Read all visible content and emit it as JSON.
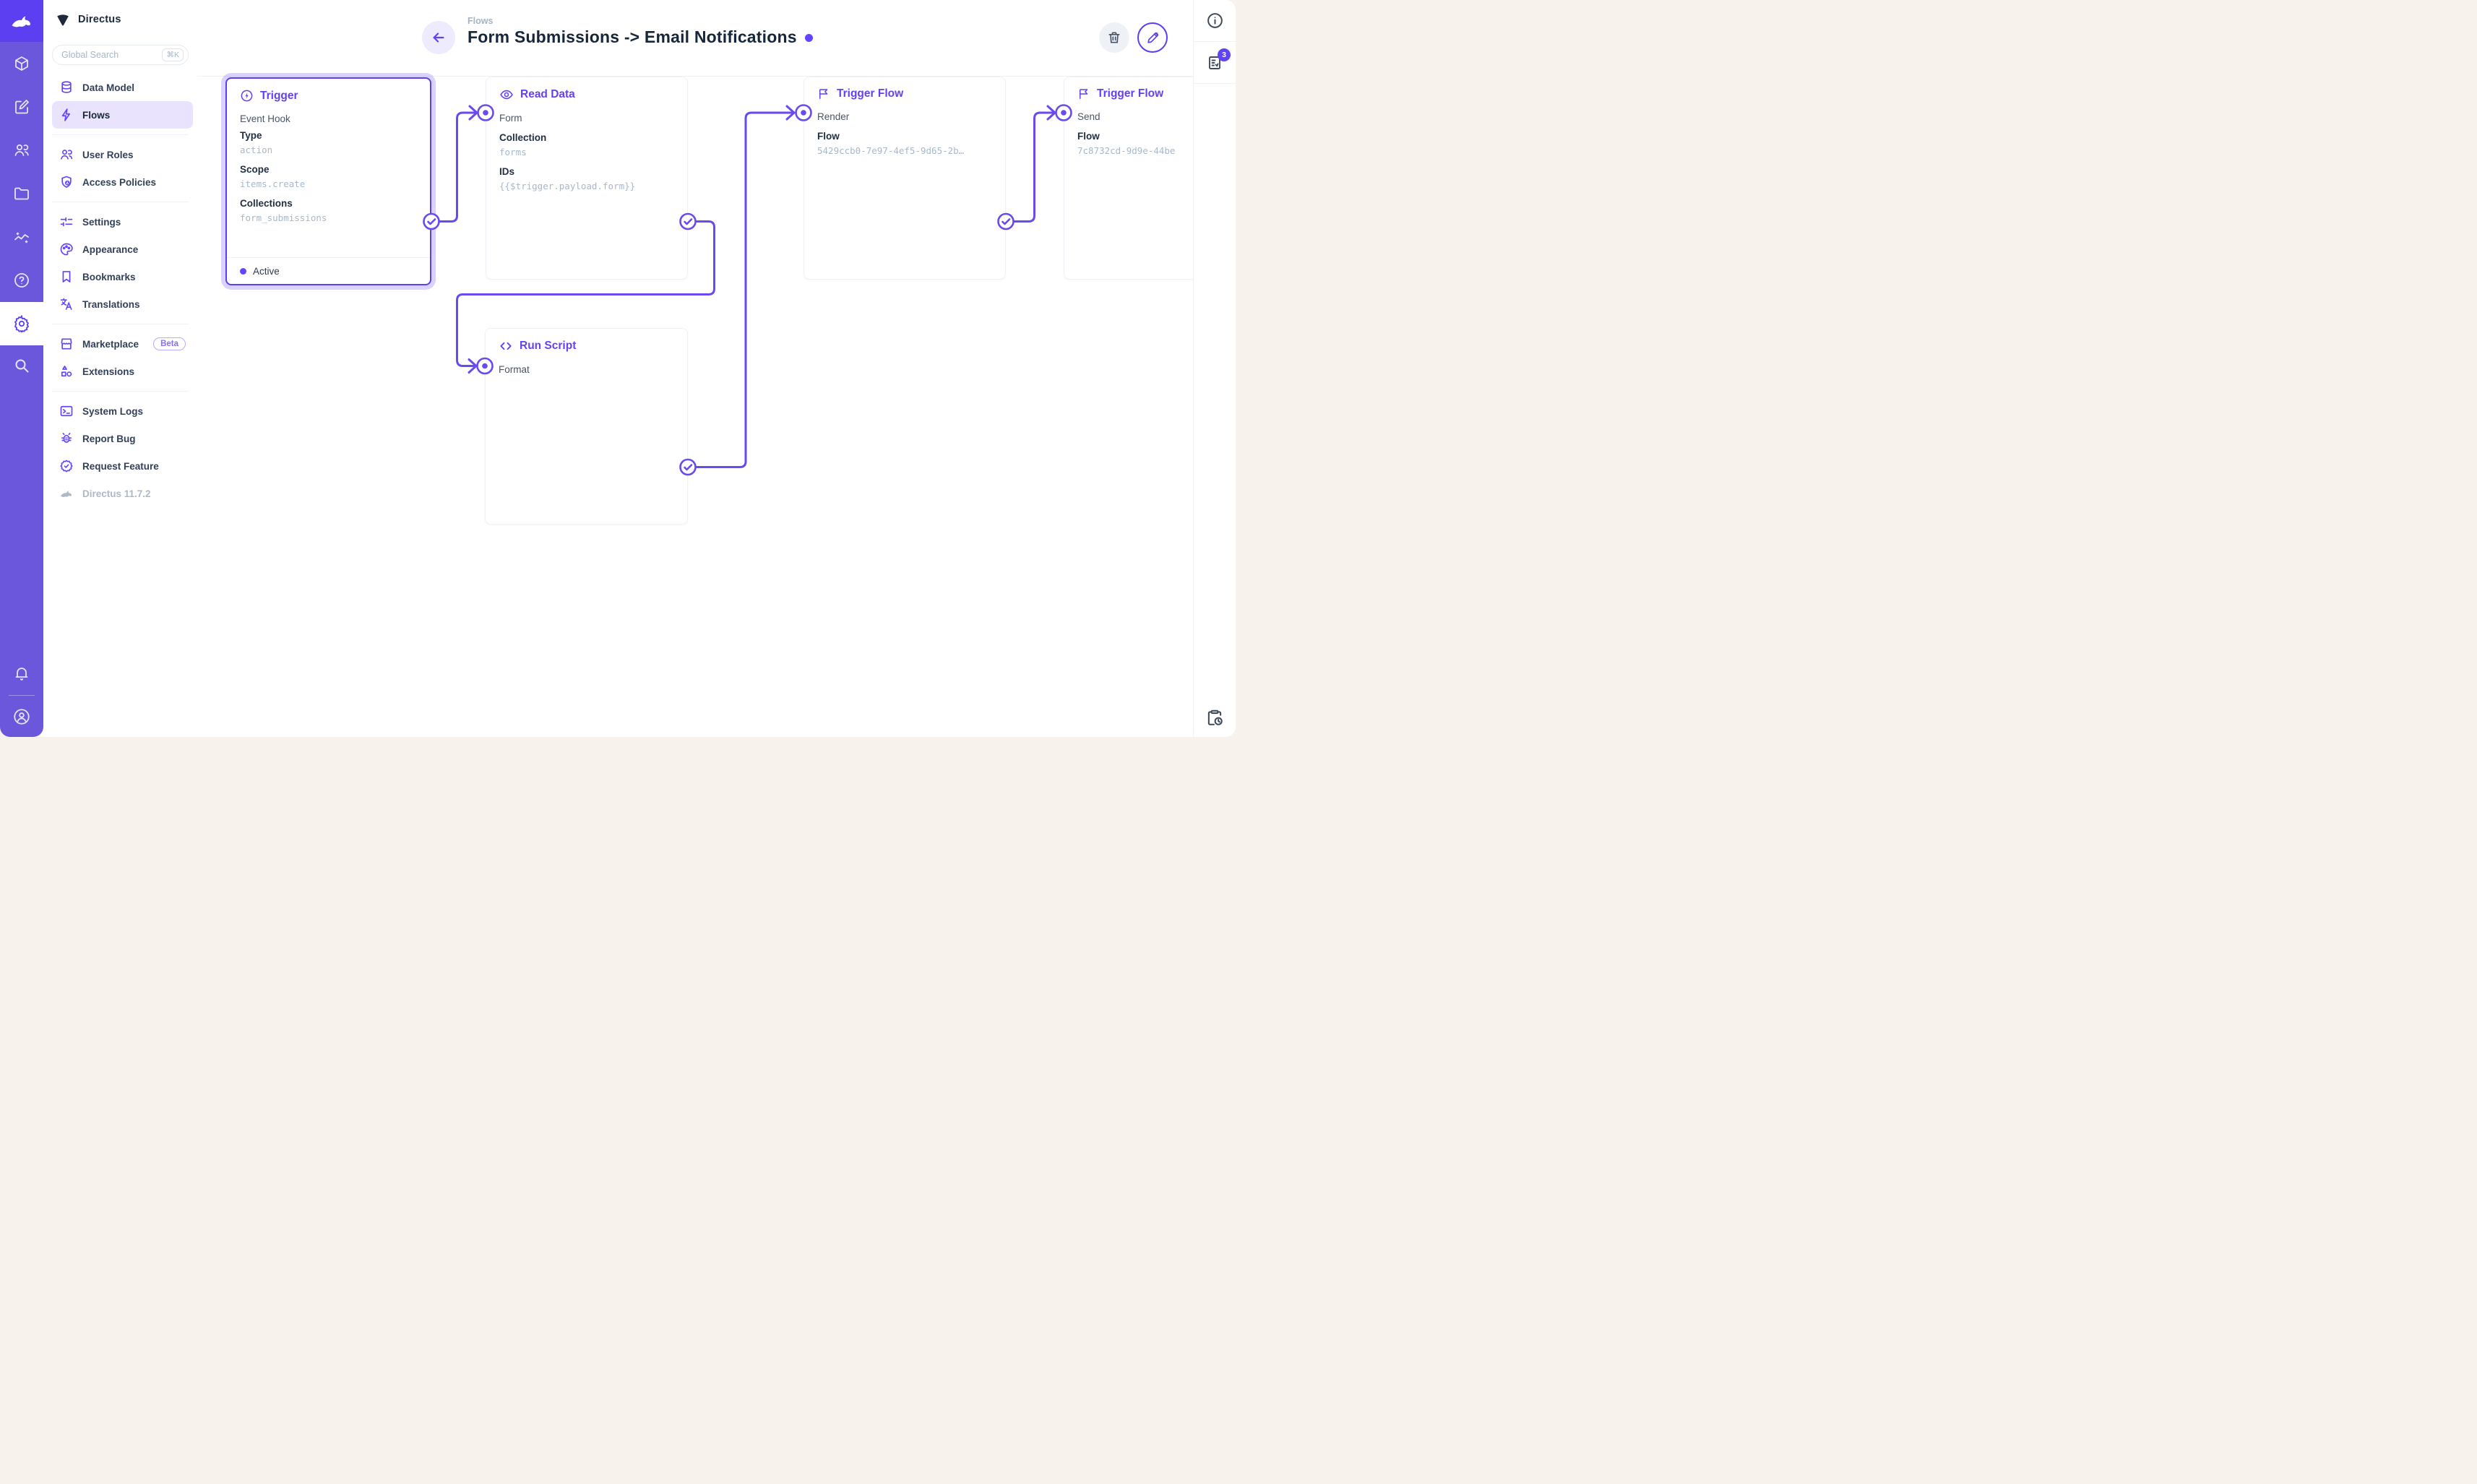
{
  "app": {
    "accent_color": "#6644FF",
    "module_bar_color": "#6A57DB",
    "logo_tile_color": "#5B3FF0"
  },
  "module_bar": {
    "icons": [
      "rabbit-logo",
      "cube",
      "edit",
      "users",
      "folder",
      "insights",
      "help",
      "settings",
      "search",
      "bell",
      "avatar"
    ]
  },
  "sidebar": {
    "project_name": "Directus",
    "search": {
      "placeholder": "Global Search",
      "shortcut": "⌘K"
    },
    "nav": [
      {
        "label": "Data Model",
        "icon": "database"
      },
      {
        "label": "Flows",
        "icon": "bolt",
        "active": true
      },
      {
        "label": "User Roles",
        "icon": "users"
      },
      {
        "label": "Access Policies",
        "icon": "shield-user"
      },
      {
        "label": "Settings",
        "icon": "sliders"
      },
      {
        "label": "Appearance",
        "icon": "palette"
      },
      {
        "label": "Bookmarks",
        "icon": "bookmark"
      },
      {
        "label": "Translations",
        "icon": "translate"
      },
      {
        "label": "Marketplace",
        "icon": "storefront",
        "badge": "Beta"
      },
      {
        "label": "Extensions",
        "icon": "shapes"
      },
      {
        "label": "System Logs",
        "icon": "terminal"
      },
      {
        "label": "Report Bug",
        "icon": "bug"
      },
      {
        "label": "Request Feature",
        "icon": "feature-seal"
      }
    ],
    "version": "Directus 11.7.2"
  },
  "header": {
    "breadcrumb": "Flows",
    "title": "Form Submissions -> Email Notifications"
  },
  "right_sidebar": {
    "notifications_badge": "3"
  },
  "flow": {
    "nodes": [
      {
        "title": "Trigger",
        "icon": "bolt-circle",
        "subtitle": "Event Hook",
        "fields": [
          {
            "label": "Type",
            "value": "action"
          },
          {
            "label": "Scope",
            "value": "items.create"
          },
          {
            "label": "Collections",
            "value": "form_submissions"
          }
        ],
        "status": "Active",
        "selected": true
      },
      {
        "title": "Read Data",
        "icon": "eye",
        "input_label": "Form",
        "fields": [
          {
            "label": "Collection",
            "value": "forms"
          },
          {
            "label": "IDs",
            "value": "{{$trigger.payload.form}}"
          }
        ]
      },
      {
        "title": "Trigger Flow",
        "icon": "flag",
        "input_label": "Render",
        "fields": [
          {
            "label": "Flow",
            "value": "5429ccb0-7e97-4ef5-9d65-2b…"
          }
        ]
      },
      {
        "title": "Trigger Flow",
        "icon": "flag",
        "input_label": "Send",
        "fields": [
          {
            "label": "Flow",
            "value": "7c8732cd-9d9e-44be"
          }
        ]
      },
      {
        "title": "Run Script",
        "icon": "code",
        "input_label": "Format",
        "fields": []
      }
    ]
  }
}
